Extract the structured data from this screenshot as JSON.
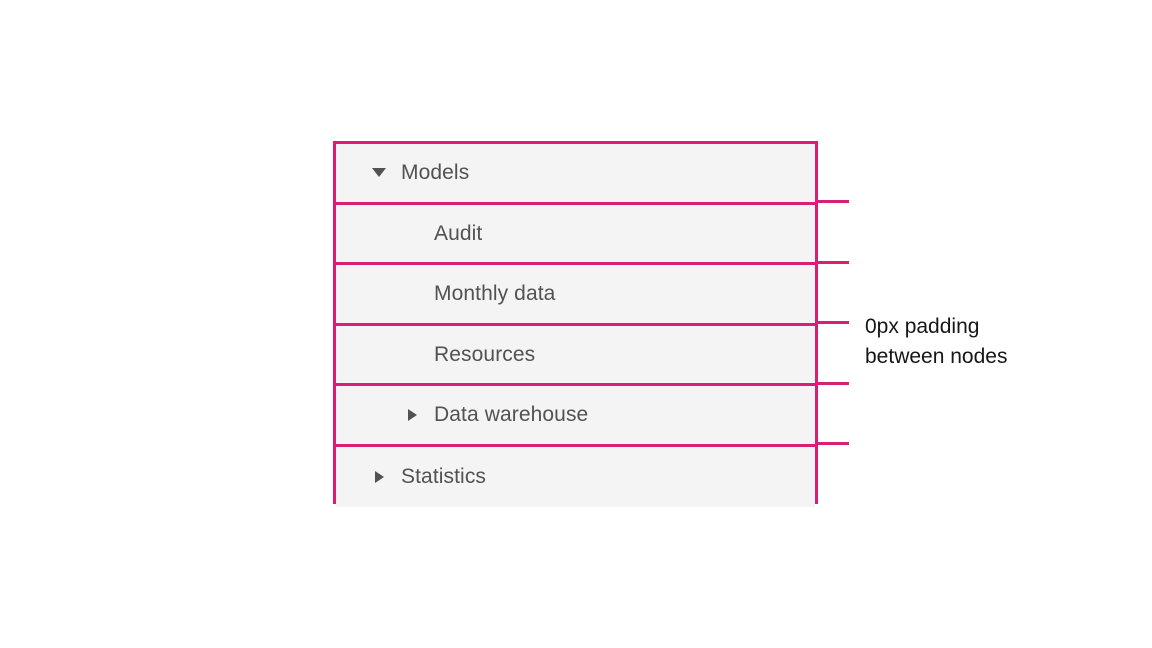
{
  "spec": {
    "accent_color": "#d91e75",
    "node_background": "#f4f4f4",
    "node_text_color": "#525252",
    "annotation_text_color": "#161616"
  },
  "tree": {
    "name": "file-tree",
    "nodes": [
      {
        "label": "Models",
        "level": 1,
        "has_toggle": true,
        "expanded": true,
        "icon": "caret-down-icon"
      },
      {
        "label": "Audit",
        "level": 2,
        "has_toggle": false,
        "expanded": false,
        "icon": ""
      },
      {
        "label": "Monthly data",
        "level": 2,
        "has_toggle": false,
        "expanded": false,
        "icon": ""
      },
      {
        "label": "Resources",
        "level": 2,
        "has_toggle": false,
        "expanded": false,
        "icon": ""
      },
      {
        "label": "Data warehouse",
        "level": 2,
        "has_toggle": true,
        "expanded": false,
        "icon": "caret-right-icon"
      },
      {
        "label": "Statistics",
        "level": 1,
        "has_toggle": true,
        "expanded": false,
        "icon": "caret-right-icon"
      }
    ]
  },
  "annotation": {
    "text": "0px padding\nbetween nodes",
    "line_1": "0px padding",
    "line_2": "between nodes",
    "leader_count": 5
  }
}
